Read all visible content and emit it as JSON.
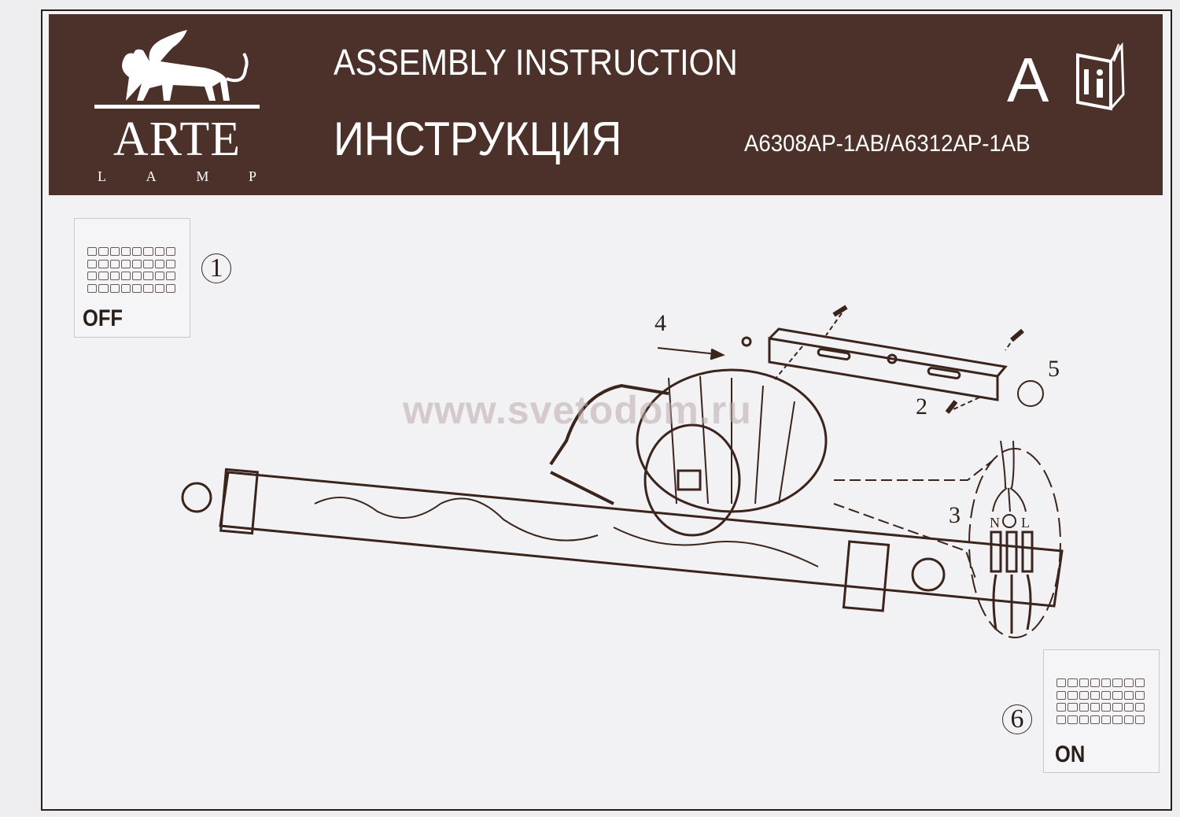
{
  "header": {
    "brand": "ARTE",
    "brand_sub": [
      "L",
      "A",
      "M",
      "P"
    ],
    "title_en": "ASSEMBLY INSTRUCTION",
    "title_ru": "ИНСТРУКЦИЯ",
    "section_letter": "A",
    "model": "A6308AP-1AB/A6312AP-1AB",
    "icons": [
      "griffin-logo",
      "instruction-book-icon"
    ]
  },
  "steps": {
    "off": {
      "number": "1",
      "label": "OFF"
    },
    "on": {
      "number": "6",
      "label": "ON"
    }
  },
  "callouts": {
    "bracket": "4",
    "screw": "2",
    "terminal": "3",
    "nut": "5"
  },
  "terminal_labels": {
    "neutral": "N",
    "live": "L",
    "ground": "earth-symbol"
  },
  "watermark": "www.svetodom.ru",
  "colors": {
    "header_bg": "#4b3129",
    "ink": "#3a241c",
    "paper": "#f2f2f4"
  }
}
